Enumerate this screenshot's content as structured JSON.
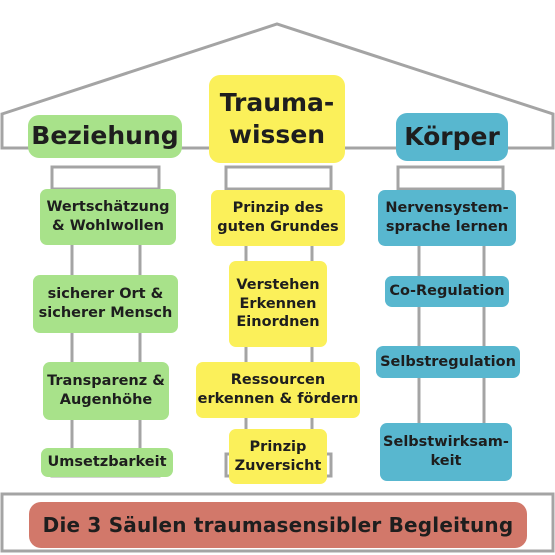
{
  "columns": {
    "left": {
      "title": "Beziehung",
      "items": [
        "Wertschätzung\n& Wohlwollen",
        "sicherer Ort &\nsicherer Mensch",
        "Transparenz &\nAugenhöhe",
        "Umsetzbarkeit"
      ]
    },
    "middle": {
      "title": "Trauma-\nwissen",
      "items": [
        "Prinzip des\nguten Grundes",
        "Verstehen\nErkennen\nEinordnen",
        "Ressourcen\nerkennen & fördern",
        "Prinzip\nZuversicht"
      ]
    },
    "right": {
      "title": "Körper",
      "items": [
        "Nervensystem-\nsprache lernen",
        "Co-Regulation",
        "Selbstregulation",
        "Selbstwirksam-\nkeit"
      ]
    }
  },
  "footer": "Die 3 Säulen traumasensibler Begleitung",
  "colors": {
    "left": "#a8e28a",
    "middle": "#fbf05a",
    "right": "#58b7cf",
    "footer": "#d2786a",
    "outline": "#a4a4a4"
  }
}
